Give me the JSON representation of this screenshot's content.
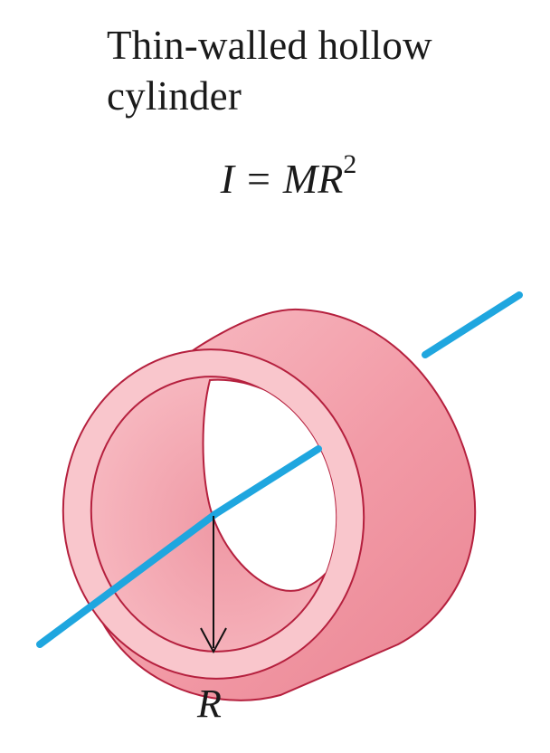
{
  "title": {
    "line1": "Thin-walled hollow",
    "line2": "cylinder"
  },
  "formula": {
    "lhs": "I",
    "equals": "=",
    "rhs": "MR",
    "exponent": "2"
  },
  "figure": {
    "radius_label": "R",
    "colors": {
      "cylinder_fill": "#f4a3ad",
      "cylinder_shade": "#ec8a98",
      "rim_fill": "#f9c6cc",
      "outline": "#b5203e",
      "axis": "#1fa6df",
      "arrow": "#111111"
    }
  }
}
